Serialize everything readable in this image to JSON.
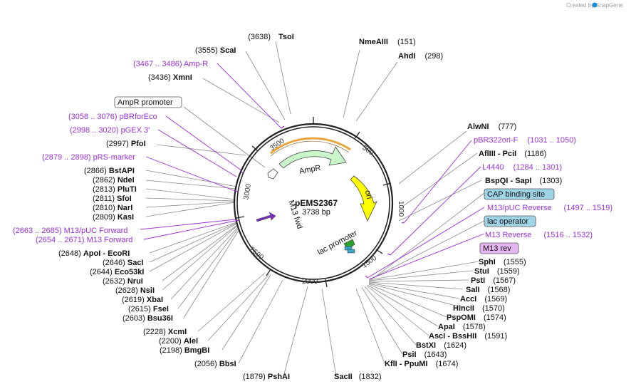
{
  "branding": "Created by SnapGene",
  "plasmid": {
    "name": "pEMS2367",
    "length_label": "3738 bp"
  },
  "ticks": [
    "500",
    "1000",
    "1500",
    "2000",
    "2500",
    "3000",
    "3500"
  ],
  "features": {
    "ampr": "AmpR",
    "ori": "ori",
    "lac_promoter": "lac promoter",
    "m13_fwd": "M13 fwd"
  },
  "sites": [
    {
      "pos": "(3638)",
      "name": "TsoI"
    },
    {
      "pos": "(3555)",
      "name": "ScaI"
    },
    {
      "pos": "(3436)",
      "name": "XmnI"
    },
    {
      "pos": "(2997)",
      "name": "PfoI"
    },
    {
      "pos": "(2866)",
      "name": "BstAPI"
    },
    {
      "pos": "(2862)",
      "name": "NdeI"
    },
    {
      "pos": "(2813)",
      "name": "PluTI"
    },
    {
      "pos": "(2811)",
      "name": "SfoI"
    },
    {
      "pos": "(2810)",
      "name": "NarI"
    },
    {
      "pos": "(2809)",
      "name": "KasI"
    },
    {
      "pos": "(2648)",
      "name": "ApoI",
      "name2": "EcoRI"
    },
    {
      "pos": "(2646)",
      "name": "SacI"
    },
    {
      "pos": "(2644)",
      "name": "Eco53kI"
    },
    {
      "pos": "(2632)",
      "name": "NruI"
    },
    {
      "pos": "(2628)",
      "name": "NsiI"
    },
    {
      "pos": "(2619)",
      "name": "XbaI"
    },
    {
      "pos": "(2615)",
      "name": "FseI"
    },
    {
      "pos": "(2603)",
      "name": "Bsu36I"
    },
    {
      "pos": "(2228)",
      "name": "XcmI"
    },
    {
      "pos": "(2200)",
      "name": "AleI"
    },
    {
      "pos": "(2198)",
      "name": "BmgBI"
    },
    {
      "pos": "(2056)",
      "name": "BbsI"
    },
    {
      "pos": "(1879)",
      "name": "PshAI"
    },
    {
      "pos": "(1832)",
      "name": "SacII"
    },
    {
      "pos": "(1674)",
      "name": "KflI",
      "name2": "PpuMI"
    },
    {
      "pos": "(1643)",
      "name": "PsiI"
    },
    {
      "pos": "(1624)",
      "name": "BstXI"
    },
    {
      "pos": "(1591)",
      "name": "AscI",
      "name2": "BssHII"
    },
    {
      "pos": "(1578)",
      "name": "ApaI"
    },
    {
      "pos": "(1574)",
      "name": "PspOMI"
    },
    {
      "pos": "(1570)",
      "name": "HincII"
    },
    {
      "pos": "(1569)",
      "name": "AccI"
    },
    {
      "pos": "(1568)",
      "name": "SalI"
    },
    {
      "pos": "(1567)",
      "name": "PstI"
    },
    {
      "pos": "(1559)",
      "name": "StuI"
    },
    {
      "pos": "(1555)",
      "name": "SphI"
    },
    {
      "pos": "(151)",
      "name": "NmeAIII"
    },
    {
      "pos": "(298)",
      "name": "AhdI"
    },
    {
      "pos": "(777)",
      "name": "AlwNI"
    },
    {
      "pos": "(1186)",
      "name": "AflIII",
      "name2": "PciI"
    },
    {
      "pos": "(1303)",
      "name": "BspQI",
      "name2": "SapI"
    }
  ],
  "primer_labels": [
    {
      "range": "(3467 .. 3486)",
      "name": "Amp-R"
    },
    {
      "range": "(3058 .. 3076)",
      "name": "pBRforEco"
    },
    {
      "range": "(2998 .. 3020)",
      "name": "pGEX 3'"
    },
    {
      "range": "(2879 .. 2898)",
      "name": "pRS-marker"
    },
    {
      "range": "(2663 .. 2685)",
      "name": "M13/pUC Forward"
    },
    {
      "range": "(2654 .. 2671)",
      "name": "M13 Forward"
    },
    {
      "range": "(1031 .. 1050)",
      "name": "pBR322ori-F"
    },
    {
      "range": "(1284 .. 1301)",
      "name": "L4440"
    },
    {
      "range": "(1497 .. 1519)",
      "name": "M13/pUC Reverse"
    },
    {
      "range": "(1516 .. 1532)",
      "name": "M13 Reverse"
    }
  ],
  "boxed_labels": [
    {
      "name": "AmpR promoter",
      "fill": "#ffffff"
    },
    {
      "name": "CAP binding site",
      "fill": "#9fd3e6"
    },
    {
      "name": "lac operator",
      "fill": "#9fd3e6"
    },
    {
      "name": "M13 rev",
      "fill": "#e6b6f2"
    }
  ],
  "colors": {
    "backbone": "#222222",
    "ampr_fill": "#c9f7c9",
    "ori_fill": "#ffff00",
    "orange_bar": "#e8a43c",
    "feature_text": "#9b30d9"
  }
}
